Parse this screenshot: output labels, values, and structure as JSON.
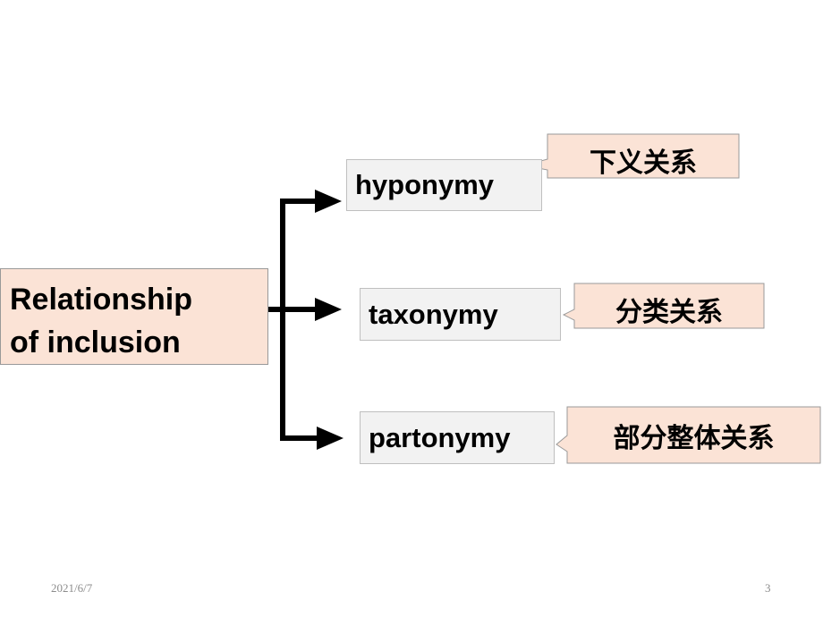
{
  "root": {
    "label": "Relationship\nof inclusion"
  },
  "terms": [
    {
      "label": "hyponymy",
      "translation": "下义关系"
    },
    {
      "label": "taxonymy",
      "translation": "分类关系"
    },
    {
      "label": "partonymy",
      "translation": "部分整体关系"
    }
  ],
  "footer": {
    "date": "2021/6/7",
    "page": "3"
  },
  "colors": {
    "root_fill": "#fbe3d6",
    "term_fill": "#f2f2f2",
    "callout_fill": "#fbe3d6",
    "arrow": "#000000"
  }
}
